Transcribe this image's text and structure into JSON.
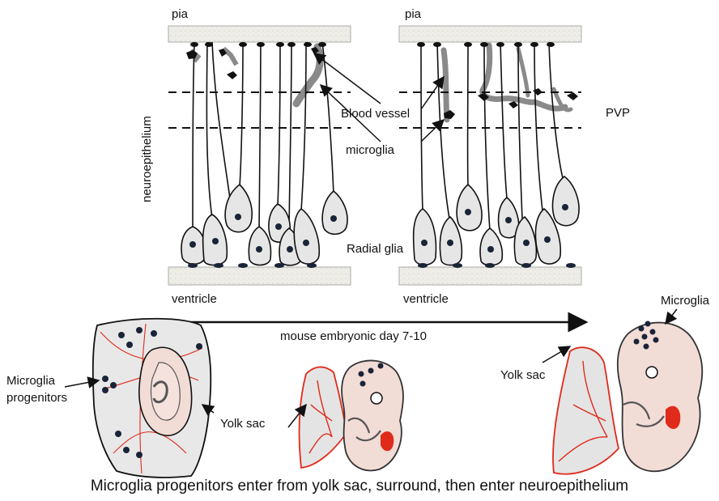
{
  "labels": {
    "pia_left": "pia",
    "pia_right": "pia",
    "ventricle_left": "ventricle",
    "ventricle_right": "ventricle",
    "neuroepithelium": "neuroepithelium",
    "blood_vessel": "Blood vessel",
    "microglia": "microglia",
    "pvp": "PVP",
    "radial_glia": "Radial glia",
    "timeline": "mouse embryonic day 7-10",
    "microglia_progenitors_line1": "Microglia",
    "microglia_progenitors_line2": "progenitors",
    "yolk_sac_1": "Yolk sac",
    "yolk_sac_2": "Yolk sac",
    "microglia_top": "Microglia"
  },
  "caption": "Microglia progenitors enter from yolk sac, surround, then enter neuroepithelium",
  "colors": {
    "membrane_fill": "#ecebe6",
    "cell_fill": "#e6e6e6",
    "vessel": "#8a8a8a",
    "embryo_fill": "#f2dcd6",
    "yolk_fill": "#e4e4e4",
    "red_vessel": "#e02a1a",
    "nucleus": "#1a2438"
  }
}
